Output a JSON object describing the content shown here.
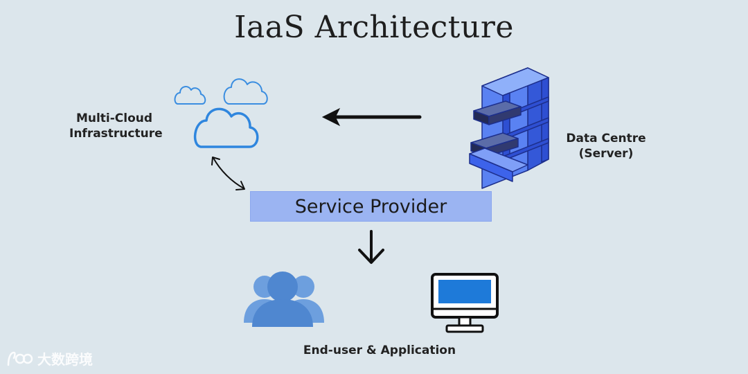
{
  "title": "IaaS Architecture",
  "nodes": {
    "cloud_label_line1": "Multi-Cloud",
    "cloud_label_line2": "Infrastructure",
    "datacentre_line1": "Data Centre",
    "datacentre_line2": "(Server)",
    "service_provider": "Service Provider",
    "end_user": "End-user & Application"
  },
  "watermark": {
    "text": "大数跨境"
  },
  "colors": {
    "background": "#dce6ec",
    "cloud_stroke": "#3a8de0",
    "service_box": "#9bb4f2",
    "server_blue": "#3d63ea",
    "people_blue": "#4f87d0",
    "monitor_screen": "#1e7ad9"
  },
  "icons": [
    "cloud-icon",
    "server-rack-icon",
    "users-icon",
    "monitor-icon"
  ]
}
